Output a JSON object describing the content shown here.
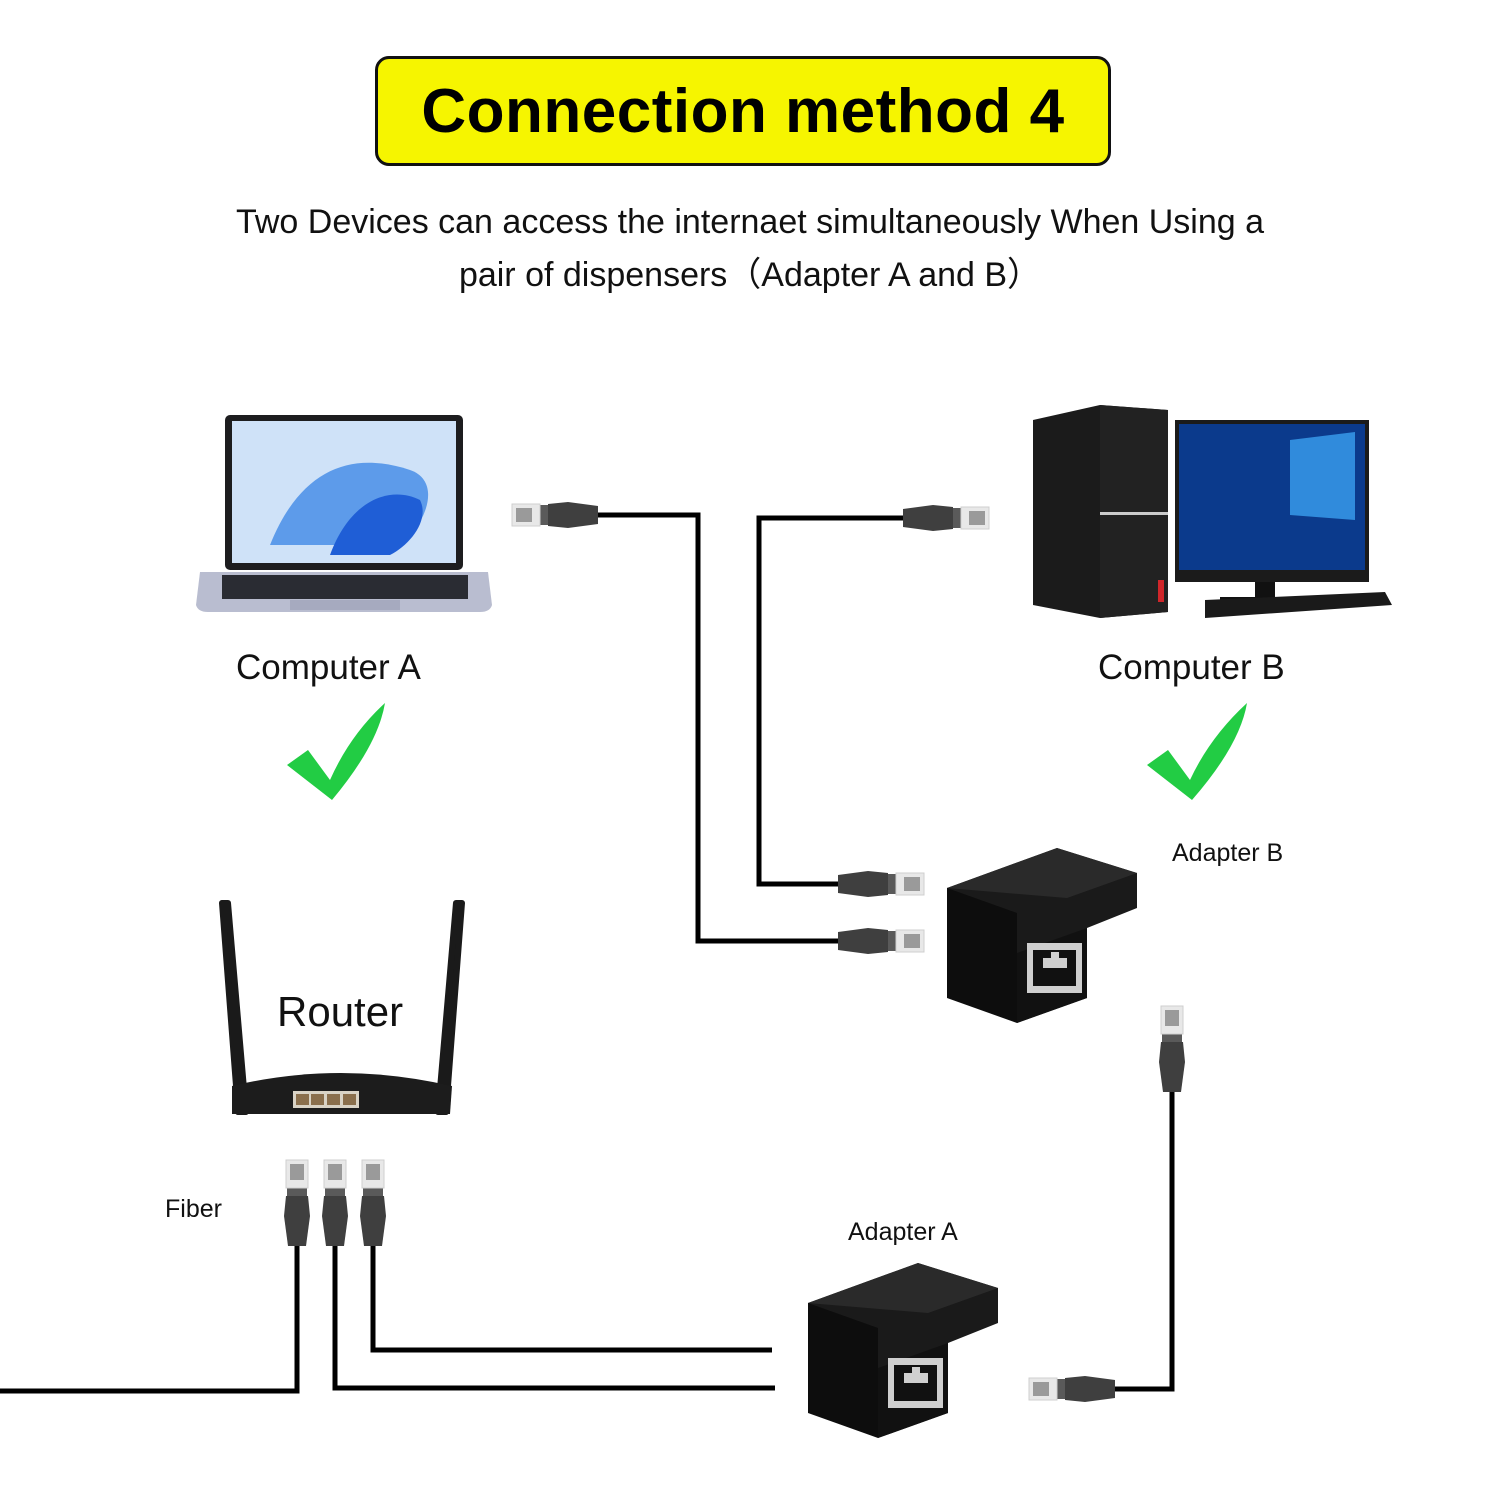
{
  "header": {
    "title": "Connection method 4",
    "subtitle_line1": "Two Devices can access the internaet simultaneously When Using a",
    "subtitle_line2": "pair of dispensers（Adapter A and B）"
  },
  "devices": {
    "computer_a": {
      "label": "Computer A",
      "icon": "laptop-icon",
      "status": "check"
    },
    "computer_b": {
      "label": "Computer B",
      "icon": "desktop-pc-icon",
      "status": "check"
    },
    "router": {
      "label": "Router",
      "icon": "router-icon"
    },
    "adapter_a": {
      "label": "Adapter A",
      "icon": "rj45-splitter-icon"
    },
    "adapter_b": {
      "label": "Adapter B",
      "icon": "rj45-splitter-icon"
    },
    "fiber": {
      "label": "Fiber"
    }
  },
  "colors": {
    "title_bg": "#f6f500",
    "check_green": "#22cc44",
    "cable": "#000000",
    "connector_boot": "#3f3f3f"
  }
}
